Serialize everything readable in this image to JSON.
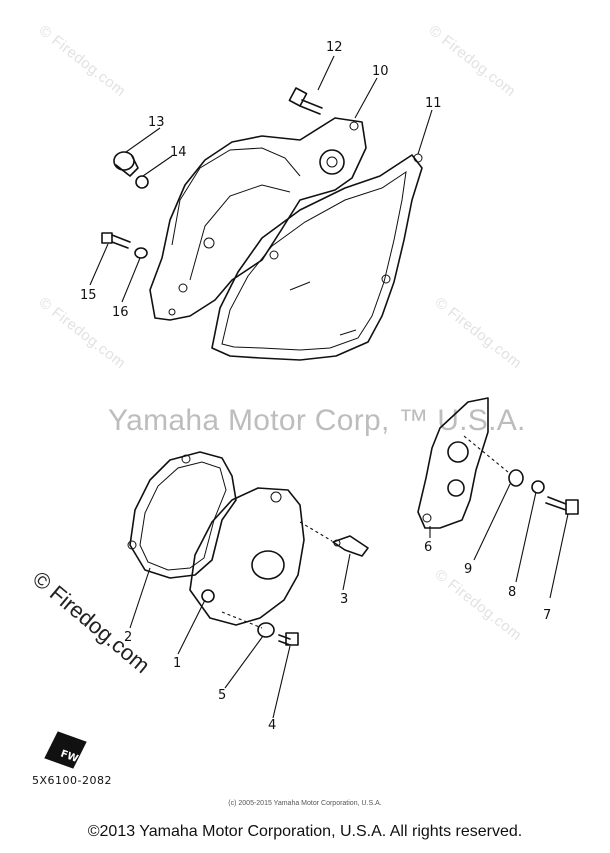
{
  "watermarks": {
    "site": "© Firedog.com",
    "brand": "Yamaha Motor Corp, ™ U.S.A."
  },
  "callouts": [
    "1",
    "2",
    "3",
    "4",
    "5",
    "6",
    "7",
    "8",
    "9",
    "10",
    "11",
    "12",
    "13",
    "14",
    "15",
    "16"
  ],
  "part_number": "5X6100-2082",
  "fwd_badge": "FWD",
  "copyright_small": "(c) 2005-2015 Yamaha Motor Corporation, U.S.A.",
  "copyright_main": "©2013 Yamaha Motor Corporation, U.S.A. All rights reserved."
}
